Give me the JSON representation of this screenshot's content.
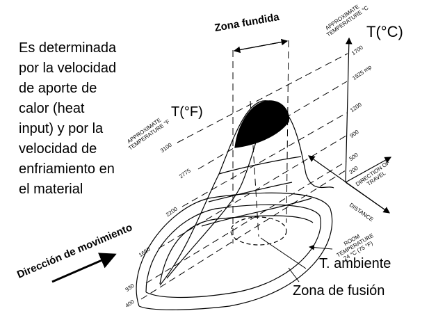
{
  "left_text": [
    "Es determinada",
    "por la velocidad",
    "de aporte de",
    "calor (heat",
    "input) y por la",
    "velocidad de",
    "enfriamiento en",
    "el material"
  ],
  "labels": {
    "zona_fundida": "Zona fundida",
    "t_f": "T(°F)",
    "t_c": "T(°C)",
    "direccion": "Dirección de movimiento",
    "t_ambiente": "T. ambiente",
    "zona_fusion": "Zona de fusión"
  },
  "celsius_axis": {
    "title_1": "APPROXIMATE",
    "title_2": "TEMPERATURE °C",
    "ticks": [
      "1700",
      "1525  mp",
      "1200",
      "900",
      "500",
      "200"
    ]
  },
  "fahrenheit_axis": {
    "title_1": "APPROXIMATE",
    "title_2": "TEMPERATURE °F",
    "ticks": [
      "3100",
      "2775",
      "2200",
      "1650",
      "930",
      "400"
    ]
  },
  "axes": {
    "direction_1": "DIRECTION OF",
    "direction_2": "TRAVEL",
    "distance": "DISTANCE"
  },
  "room_temp": [
    "ROOM",
    "TEMPERATURE",
    "24 °C (75 °F)"
  ]
}
